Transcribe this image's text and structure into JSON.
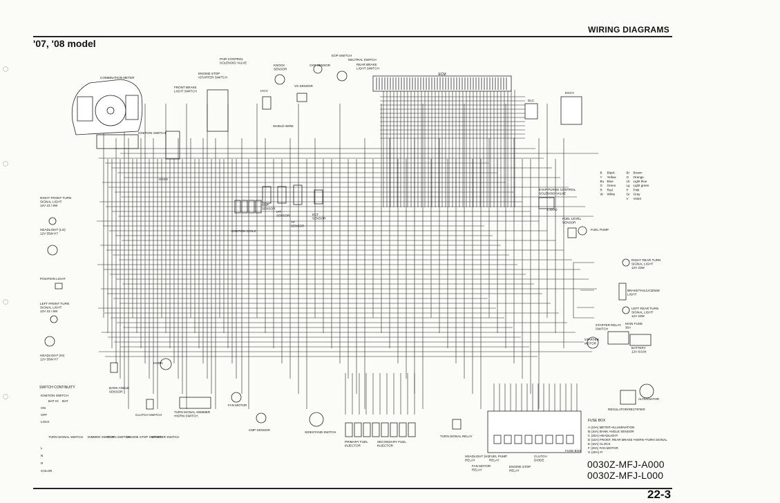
{
  "header": {
    "section": "WIRING DIAGRAMS",
    "model": "'07, '08 model",
    "page": "22-3"
  },
  "codes": [
    "0030Z-MFJ-A000",
    "0030Z-MFJ-L000"
  ],
  "components": {
    "combination_meter": "COMBINATION METER",
    "ignition_switch": "IGNITION SWITCH",
    "engine_stop": "ENGINE STOP\n•STARTER SWITCH",
    "front_brake": "FRONT BRAKE\nLIGHT SWITCH",
    "pair_control": "PAIR CONTROL\nSOLENOID VALVE",
    "knock_sensor": "KNOCK\nSENSOR",
    "ckp_sensor": "CKP SENSOR",
    "eop_switch": "EOP SWITCH",
    "neutral_switch": "NEUTRAL SWITCH",
    "rear_brake": "REAR BRAKE\nLIGHT SWITCH",
    "ecm": "ECM",
    "iacv": "IACV",
    "vs_sensor": "VS SENSOR",
    "shield_wire": "SHIELD WIRE",
    "dlc": "DLC",
    "egcv": "EGCV",
    "hesd": "HESD",
    "map_sensor": "MAP\nSENSOR",
    "iat_sensor": "IAT\nSENSOR",
    "tp_sensor": "TP\nSENSOR",
    "ect_sensor": "ECT\nSENSOR",
    "ignition_coils": "IGNITION COILS",
    "evap": "EVAP PURGE CONTROL\nSOLENOID VALVE",
    "evap_note": "L-DOO",
    "fuel_level": "FUEL LEVEL\nSENSOR",
    "fuel_pump": "FUEL PUMP",
    "rf_turn": "RIGHT FRONT TURN\nSIGNAL LIGHT\n12V 23 / 8W",
    "headlight_lo": "HEADLIGHT (LO)\n12V 55W H7",
    "position_light": "POSITION LIGHT",
    "lf_turn": "LEFT FRONT TURN\nSIGNAL LIGHT\n12V 23 / 8W",
    "headlight_hi": "HEADLIGHT (HI)\n12V 55W H7",
    "rr_turn": "RIGHT REAR TURN\nSIGNAL LIGHT\n12V 23W",
    "brake_tail": "BRAKE/TAIL/LICENSE\nLIGHT",
    "lr_turn": "LEFT REAR TURN\nSIGNAL LIGHT\n12V 23W",
    "starter_relay": "STARTER RELAY\nSWITCH",
    "main_fuse": "MAIN FUSE\n30A",
    "starter_motor": "STARTER\nMOTOR",
    "battery": "BATTERY\n12V 8.6Ah",
    "alternator": "ALTERNATOR",
    "regulator": "REGULATOR/RECTIFIER",
    "horn": "HORN",
    "bank_angle": "BANK ANGLE\nSENSOR",
    "clutch_switch": "CLUTCH SWITCH",
    "turn_signal_dimmer": "TURN SIGNAL •DIMMER\n•HORN SWITCH",
    "fan_motor": "FAN MOTOR",
    "cmp_sensor": "CMP SENSOR",
    "sidestand": "SIDESTAND SWITCH",
    "primary_injector": "PRIMARY FUEL\nINJECTOR",
    "secondary_injector": "SECONDARY FUEL\nINJECTOR",
    "turn_signal_relay": "TURN SIGNAL RELAY",
    "headlight_relay": "HEADLIGHT (HI)\nRELAY",
    "fan_motor_relay": "FAN MOTOR\nRELAY",
    "fuel_pump_relay": "FUEL PUMP\nRELAY",
    "engine_stop_relay": "ENGINE STOP\nRELAY",
    "clutch_diode": "CLUTCH\nDIODE",
    "fuse_box": "FUSE BOX"
  },
  "fuse_box_legend": {
    "title": "FUSE BOX",
    "items": [
      "A (10A)  METER •ILLUMINATION",
      "B (10A)  BANK ANGLE SENSOR",
      "C (20A)  HEADLIGHT",
      "D (10A)  FRONT, REAR BRAKE •HORN •TURN SIGNAL",
      "E (10A)  CLOCK",
      "F (20A)  FAN MOTOR",
      "G (20A)  FI"
    ]
  },
  "color_legend": {
    "rows": [
      [
        "B",
        "Black",
        "Br",
        "Brown"
      ],
      [
        "Y",
        "Yellow",
        "O",
        "Orange"
      ],
      [
        "Bu",
        "Blue",
        "Lb",
        "Light blue"
      ],
      [
        "G",
        "Green",
        "Lg",
        "Light green"
      ],
      [
        "R",
        "Red",
        "P",
        "Pink"
      ],
      [
        "W",
        "White",
        "Gr",
        "Gray"
      ],
      [
        "",
        "",
        "V",
        "Violet"
      ]
    ]
  },
  "switch_continuity": {
    "title": "SWITCH CONTINUITY",
    "ignition": {
      "title": "IGNITION SWITCH",
      "headers": [
        "BAT",
        "IG",
        "BAT"
      ],
      "rows": [
        "ON",
        "OFF",
        "LOCK"
      ]
    },
    "handlebar_groups": [
      "TURN SIGNAL SWITCH",
      "DIMMER SWITCH",
      "HORN SWITCH",
      "ENGINE STOP SWITCH",
      "STARTER SWITCH"
    ],
    "row_labels": [
      "L",
      "N",
      "R",
      "COLOR"
    ]
  }
}
